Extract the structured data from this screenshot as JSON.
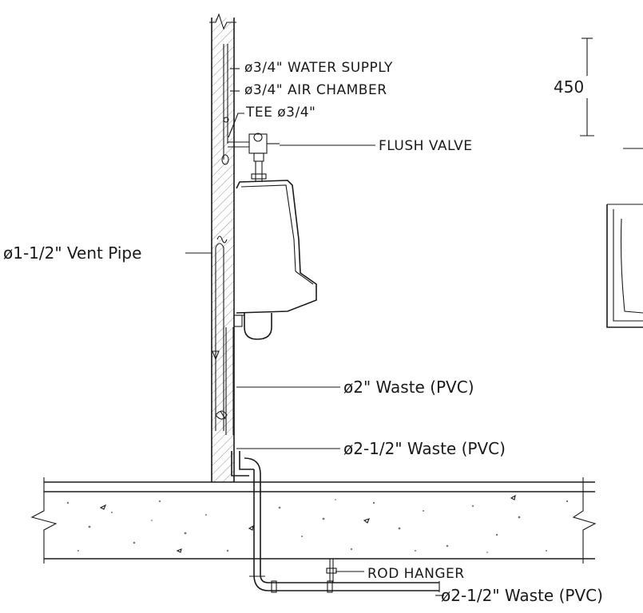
{
  "labels": {
    "water_supply": "ø3/4\" WATER SUPPLY",
    "air_chamber": "ø3/4\" AIR CHAMBER",
    "tee": "TEE ø3/4\"",
    "flush_valve": "FLUSH VALVE",
    "vent_pipe": "ø1-1/2\" Vent Pipe",
    "waste_2": "ø2\" Waste (PVC)",
    "waste_2_5_upper": "ø2-1/2\" Waste (PVC)",
    "rod_hanger": "ROD HANGER",
    "waste_2_5_lower": "ø2-1/2\" Waste (PVC)"
  },
  "dimension": {
    "value": "450"
  }
}
